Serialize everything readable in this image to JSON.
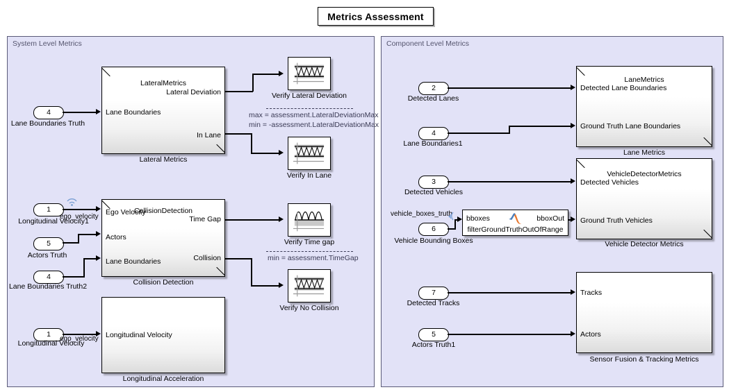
{
  "title": "Metrics Assessment",
  "colors": {
    "area_fill": "#e2e2f7",
    "area_border": "#5a5a78",
    "area_label": "#55556e",
    "annotation": "#3a3a55",
    "block_border": "#000000",
    "wire": "#000000",
    "matlab_logo_blue": "#4a7ebb",
    "matlab_logo_orange": "#e8762c",
    "wifi_icon": "#7a9fd4"
  },
  "areas": {
    "system": {
      "label": "System Level Metrics"
    },
    "component": {
      "label": "Component Level Metrics"
    }
  },
  "system_level": {
    "inports": [
      {
        "name": "inport-lane-boundaries-truth",
        "number": "4",
        "label": "Lane Boundaries Truth"
      },
      {
        "name": "inport-longitudinal-velocity1",
        "number": "1",
        "label": "Longitudinal Velocity1",
        "signal": "ego_velocity",
        "icon": "wireless-signal-icon"
      },
      {
        "name": "inport-actors-truth",
        "number": "5",
        "label": "Actors Truth"
      },
      {
        "name": "inport-lane-boundaries-truth2",
        "number": "4",
        "label": "Lane Boundaries Truth2"
      },
      {
        "name": "inport-longitudinal-velocity",
        "number": "1",
        "label": "Longitudinal Velocity",
        "signal": "ego_velocity"
      }
    ],
    "blocks": [
      {
        "name": "lateral-metrics-block",
        "inner_title": "LateralMetrics",
        "caption": "Lateral Metrics",
        "inputs": [
          "Lane Boundaries"
        ],
        "outputs": [
          "Lateral Deviation",
          "In Lane"
        ]
      },
      {
        "name": "collision-detection-block",
        "inner_title": "CollisionDetection",
        "caption": "Collision Detection",
        "inputs": [
          "Ego Velocity",
          "Actors",
          "Lane Boundaries"
        ],
        "outputs": [
          "Time Gap",
          "Collision"
        ]
      },
      {
        "name": "longitudinal-acceleration-block",
        "inner_title": "",
        "caption": "Longitudinal Acceleration",
        "inputs": [
          "Longitudinal Velocity"
        ],
        "outputs": []
      }
    ],
    "scopes": [
      {
        "name": "verify-lateral-deviation-scope",
        "caption": "Verify Lateral Deviation",
        "waveform": "band-triangle"
      },
      {
        "name": "verify-in-lane-scope",
        "caption": "Verify In Lane",
        "waveform": "band-triangle"
      },
      {
        "name": "verify-time-gap-scope",
        "caption": "Verify Time gap",
        "waveform": "sine-above-band"
      },
      {
        "name": "verify-no-collision-scope",
        "caption": "Verify No Collision",
        "waveform": "band-triangle"
      }
    ],
    "annotations": [
      {
        "name": "lateral-deviation-assessment-annotation",
        "lines": [
          "max = assessment.LateralDeviationMax",
          "min = -assessment.LateralDeviationMax"
        ]
      },
      {
        "name": "time-gap-assessment-annotation",
        "lines": [
          "min = assessment.TimeGap"
        ]
      }
    ]
  },
  "component_level": {
    "inports": [
      {
        "name": "inport-detected-lanes",
        "number": "2",
        "label": "Detected Lanes"
      },
      {
        "name": "inport-lane-boundaries1",
        "number": "4",
        "label": "Lane Boundaries1"
      },
      {
        "name": "inport-detected-vehicles",
        "number": "3",
        "label": "Detected Vehicles"
      },
      {
        "name": "inport-vehicle-bounding-boxes",
        "number": "6",
        "label": "Vehicle Bounding Boxes",
        "signal": "vehicle_boxes_truth",
        "icon": "wireless-signal-icon"
      },
      {
        "name": "inport-detected-tracks",
        "number": "7",
        "label": "Detected Tracks"
      },
      {
        "name": "inport-actors-truth1",
        "number": "5",
        "label": "Actors Truth1"
      }
    ],
    "blocks": [
      {
        "name": "lane-metrics-block",
        "inner_title": "LaneMetrics",
        "caption": "Lane Metrics",
        "inputs": [
          "Detected Lane Boundaries",
          "Ground Truth Lane Boundaries"
        ],
        "outputs": []
      },
      {
        "name": "vehicle-detector-metrics-block",
        "inner_title": "VehicleDetectorMetrics",
        "caption": "Vehicle Detector Metrics",
        "inputs": [
          "Detected Vehicles",
          "Ground Truth Vehicles"
        ],
        "outputs": []
      },
      {
        "name": "sensor-fusion-tracking-metrics-block",
        "inner_title": "",
        "caption": "Sensor Fusion & Tracking Metrics",
        "inputs": [
          "Tracks",
          "Actors"
        ],
        "outputs": []
      }
    ],
    "matlab_function": {
      "name": "filter-ground-truth-out-of-range-block",
      "input": "bboxes",
      "output": "bboxOut",
      "function_name": "filterGroundTruthOutOfRange",
      "icon": "matlab-logo-icon"
    }
  }
}
